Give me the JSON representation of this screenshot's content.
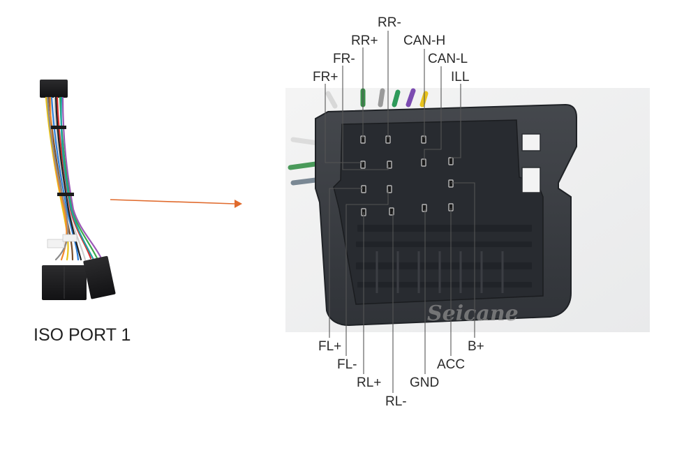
{
  "caption": "ISO PORT 1",
  "watermark": "Seicane",
  "colors": {
    "arrow": "#e06a2c",
    "connector_body": "#3a3d42",
    "connector_shadow": "#23262a",
    "leader_line": "#555555"
  },
  "pins": {
    "rr_minus": "RR-",
    "rr_plus": "RR+",
    "can_h": "CAN-H",
    "fr_minus": "FR-",
    "can_l": "CAN-L",
    "fr_plus": "FR+",
    "ill": "ILL",
    "fl_plus": "FL+",
    "b_plus": "B+",
    "fl_minus": "FL-",
    "acc": "ACC",
    "rl_plus": "RL+",
    "gnd": "GND",
    "rl_minus": "RL-"
  }
}
